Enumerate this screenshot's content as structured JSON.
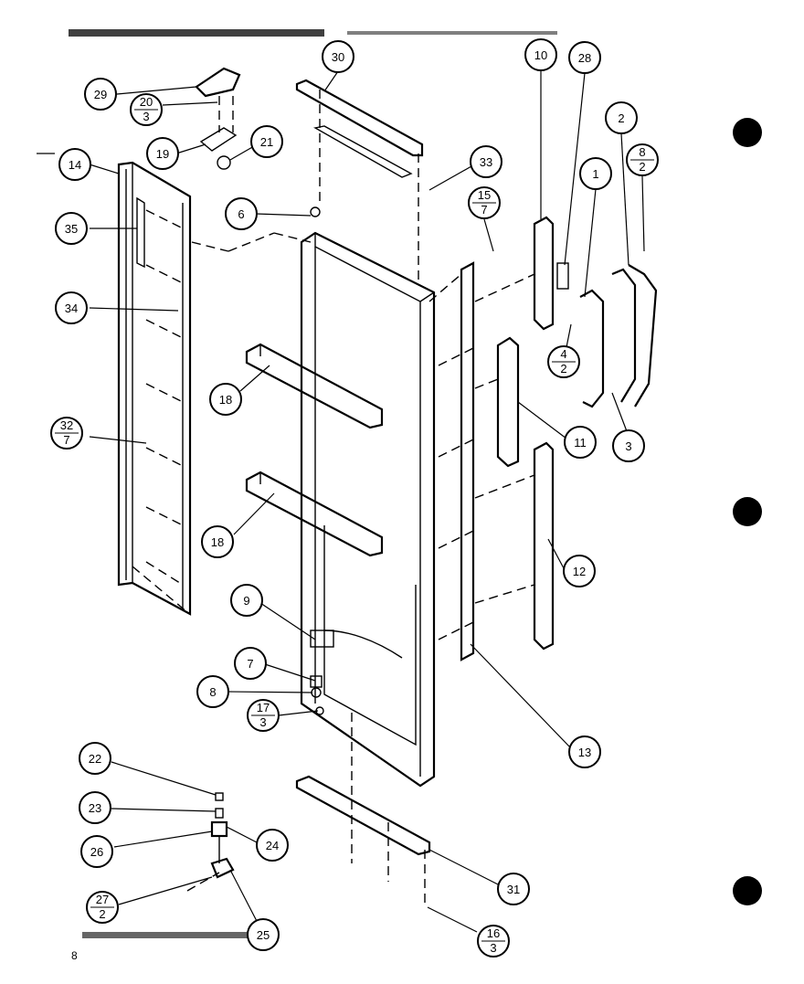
{
  "page_number": "8",
  "callouts": [
    {
      "id": "c1",
      "top": "1"
    },
    {
      "id": "c2",
      "top": "2"
    },
    {
      "id": "c3",
      "top": "3"
    },
    {
      "id": "c4_2",
      "top": "4",
      "bottom": "2"
    },
    {
      "id": "c6",
      "top": "6"
    },
    {
      "id": "c7",
      "top": "7"
    },
    {
      "id": "c8",
      "top": "8"
    },
    {
      "id": "c8_2",
      "top": "8",
      "bottom": "2"
    },
    {
      "id": "c9",
      "top": "9"
    },
    {
      "id": "c10",
      "top": "10"
    },
    {
      "id": "c11",
      "top": "11"
    },
    {
      "id": "c12",
      "top": "12"
    },
    {
      "id": "c13",
      "top": "13"
    },
    {
      "id": "c14",
      "top": "14"
    },
    {
      "id": "c15_7",
      "top": "15",
      "bottom": "7"
    },
    {
      "id": "c16_3",
      "top": "16",
      "bottom": "3"
    },
    {
      "id": "c17_3",
      "top": "17",
      "bottom": "3"
    },
    {
      "id": "c18a",
      "top": "18"
    },
    {
      "id": "c18b",
      "top": "18"
    },
    {
      "id": "c19",
      "top": "19"
    },
    {
      "id": "c20_3",
      "top": "20",
      "bottom": "3"
    },
    {
      "id": "c21",
      "top": "21"
    },
    {
      "id": "c22",
      "top": "22"
    },
    {
      "id": "c23",
      "top": "23"
    },
    {
      "id": "c24",
      "top": "24"
    },
    {
      "id": "c25",
      "top": "25"
    },
    {
      "id": "c26",
      "top": "26"
    },
    {
      "id": "c27_2",
      "top": "27",
      "bottom": "2"
    },
    {
      "id": "c28",
      "top": "28"
    },
    {
      "id": "c29",
      "top": "29"
    },
    {
      "id": "c30",
      "top": "30"
    },
    {
      "id": "c31",
      "top": "31"
    },
    {
      "id": "c32_7",
      "top": "32",
      "bottom": "7"
    },
    {
      "id": "c33",
      "top": "33"
    },
    {
      "id": "c34",
      "top": "34"
    },
    {
      "id": "c35",
      "top": "35"
    }
  ]
}
